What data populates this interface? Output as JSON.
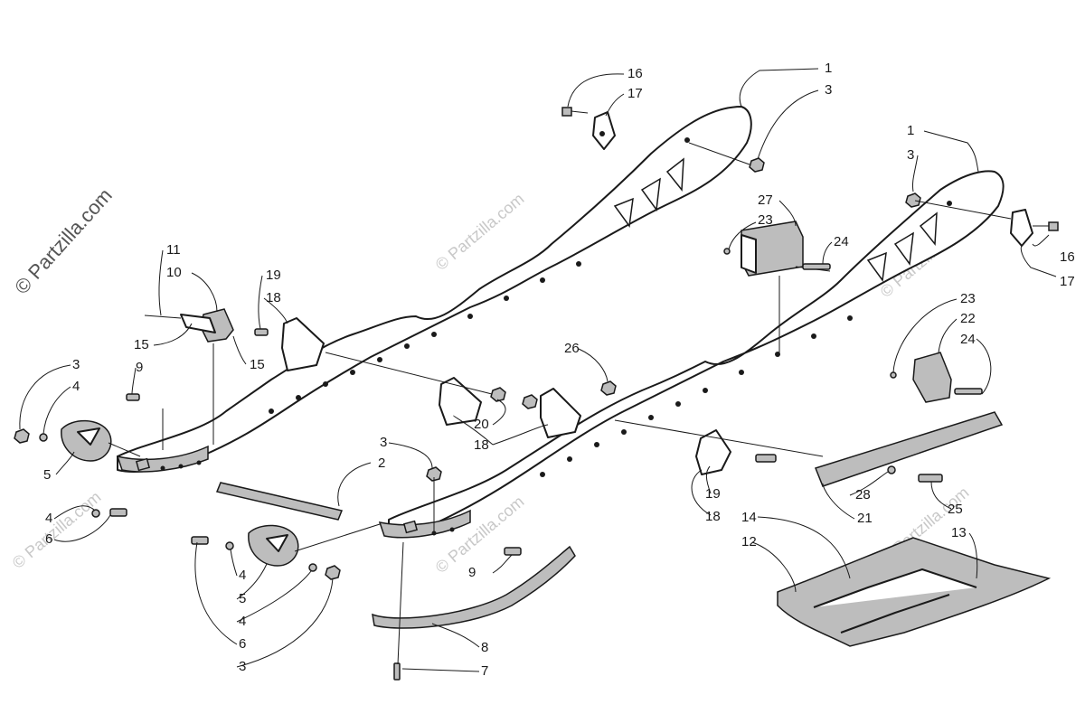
{
  "watermark": {
    "main_text": "© Partzilla.com",
    "faint_text": "© Partzilla.com"
  },
  "callouts": [
    {
      "id": "c1a",
      "label": "1"
    },
    {
      "id": "c3a",
      "label": "3"
    },
    {
      "id": "c16a",
      "label": "16"
    },
    {
      "id": "c17a",
      "label": "17"
    },
    {
      "id": "c1b",
      "label": "1"
    },
    {
      "id": "c3b",
      "label": "3"
    },
    {
      "id": "c27",
      "label": "27"
    },
    {
      "id": "c23a",
      "label": "23"
    },
    {
      "id": "c24a",
      "label": "24"
    },
    {
      "id": "c16b",
      "label": "16"
    },
    {
      "id": "c17b",
      "label": "17"
    },
    {
      "id": "c11",
      "label": "11"
    },
    {
      "id": "c10",
      "label": "10"
    },
    {
      "id": "c19a",
      "label": "19"
    },
    {
      "id": "c18a",
      "label": "18"
    },
    {
      "id": "c15a",
      "label": "15"
    },
    {
      "id": "c15b",
      "label": "15"
    },
    {
      "id": "c3c",
      "label": "3"
    },
    {
      "id": "c4a",
      "label": "4"
    },
    {
      "id": "c9a",
      "label": "9"
    },
    {
      "id": "c5a",
      "label": "5"
    },
    {
      "id": "c26",
      "label": "26"
    },
    {
      "id": "c20",
      "label": "20"
    },
    {
      "id": "c18b",
      "label": "18"
    },
    {
      "id": "c23b",
      "label": "23"
    },
    {
      "id": "c22",
      "label": "22"
    },
    {
      "id": "c24b",
      "label": "24"
    },
    {
      "id": "c3d",
      "label": "3"
    },
    {
      "id": "c2",
      "label": "2"
    },
    {
      "id": "c19b",
      "label": "19"
    },
    {
      "id": "c18c",
      "label": "18"
    },
    {
      "id": "c28",
      "label": "28"
    },
    {
      "id": "c25",
      "label": "25"
    },
    {
      "id": "c21",
      "label": "21"
    },
    {
      "id": "c4b",
      "label": "4"
    },
    {
      "id": "c6a",
      "label": "6"
    },
    {
      "id": "c9b",
      "label": "9"
    },
    {
      "id": "c14",
      "label": "14"
    },
    {
      "id": "c12",
      "label": "12"
    },
    {
      "id": "c13",
      "label": "13"
    },
    {
      "id": "c4c",
      "label": "4"
    },
    {
      "id": "c5b",
      "label": "5"
    },
    {
      "id": "c4d",
      "label": "4"
    },
    {
      "id": "c6b",
      "label": "6"
    },
    {
      "id": "c3e",
      "label": "3"
    },
    {
      "id": "c8",
      "label": "8"
    },
    {
      "id": "c7",
      "label": "7"
    }
  ]
}
